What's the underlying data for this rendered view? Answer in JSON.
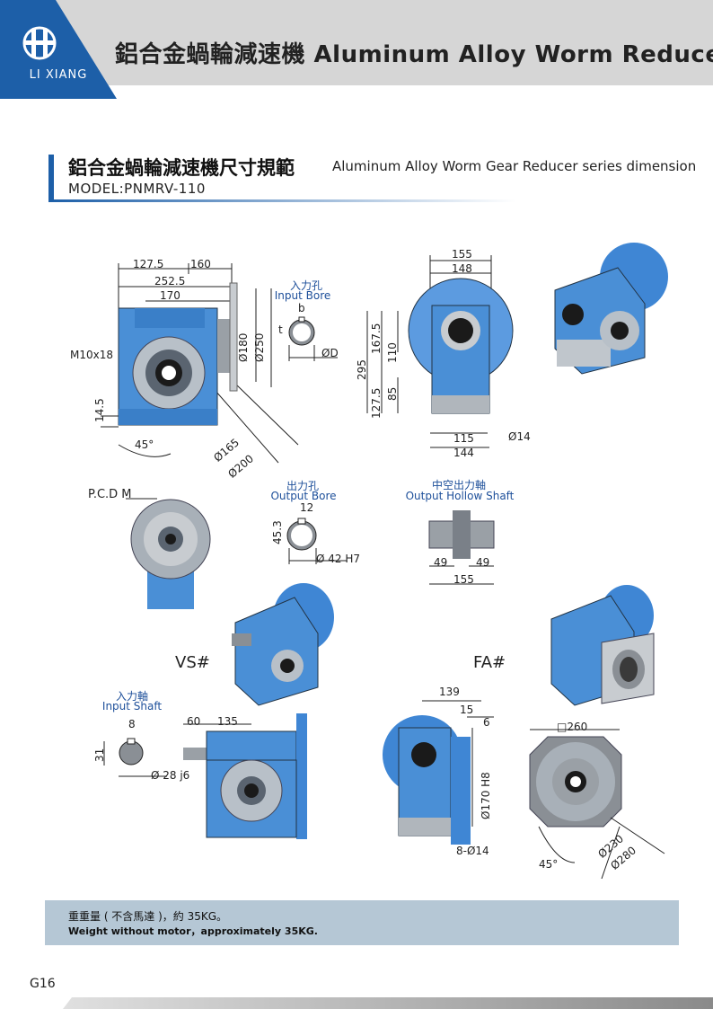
{
  "header": {
    "title": "鋁合金蝸輪減速機 Aluminum Alloy Worm Reducer",
    "logo_text": "LI XIANG",
    "brand_color": "#1d5fa8"
  },
  "section": {
    "title_zh": "鋁合金蝸輪減速機尺寸規範",
    "title_en": "Aluminum Alloy Worm Gear Reducer series dimension",
    "model": "MODEL:PNMRV-110"
  },
  "front_view": {
    "dims": [
      "127.5",
      "160",
      "252.5",
      "170",
      "M10x18",
      "14.5",
      "45°",
      "Ø165",
      "Ø200",
      "Ø180",
      "Ø250"
    ]
  },
  "input_bore": {
    "label_zh": "入力孔",
    "label_en": "Input Bore",
    "dims": [
      "b",
      "t",
      "ØD"
    ]
  },
  "side_view": {
    "dims": [
      "155",
      "148",
      "295",
      "167.5",
      "110",
      "127.5",
      "85",
      "115",
      "144",
      "Ø14"
    ]
  },
  "pcd": {
    "label": "P.C.D M"
  },
  "output_bore": {
    "label_zh": "出力孔",
    "label_en": "Output Bore",
    "dims": [
      "12",
      "45.3",
      "Ø 42 H7"
    ]
  },
  "hollow_shaft": {
    "label_zh": "中空出力軸",
    "label_en": "Output Hollow Shaft",
    "dims": [
      "49",
      "49",
      "155"
    ]
  },
  "variants": {
    "vs": "VS#",
    "fa": "FA#"
  },
  "input_shaft": {
    "label_zh": "入力軸",
    "label_en": "Input Shaft",
    "dims": [
      "8",
      "31",
      "Ø 28 j6",
      "60",
      "135"
    ]
  },
  "flange_view": {
    "dims": [
      "139",
      "15",
      "6",
      "Ø170 H8",
      "8-Ø14",
      "□260",
      "Ø230",
      "Ø280",
      "45°"
    ]
  },
  "note": {
    "line_zh": "重重量 ( 不含馬達 )，約 35KG。",
    "line_en": "Weight without motor，approximately 35KG."
  },
  "page_number": "G16"
}
